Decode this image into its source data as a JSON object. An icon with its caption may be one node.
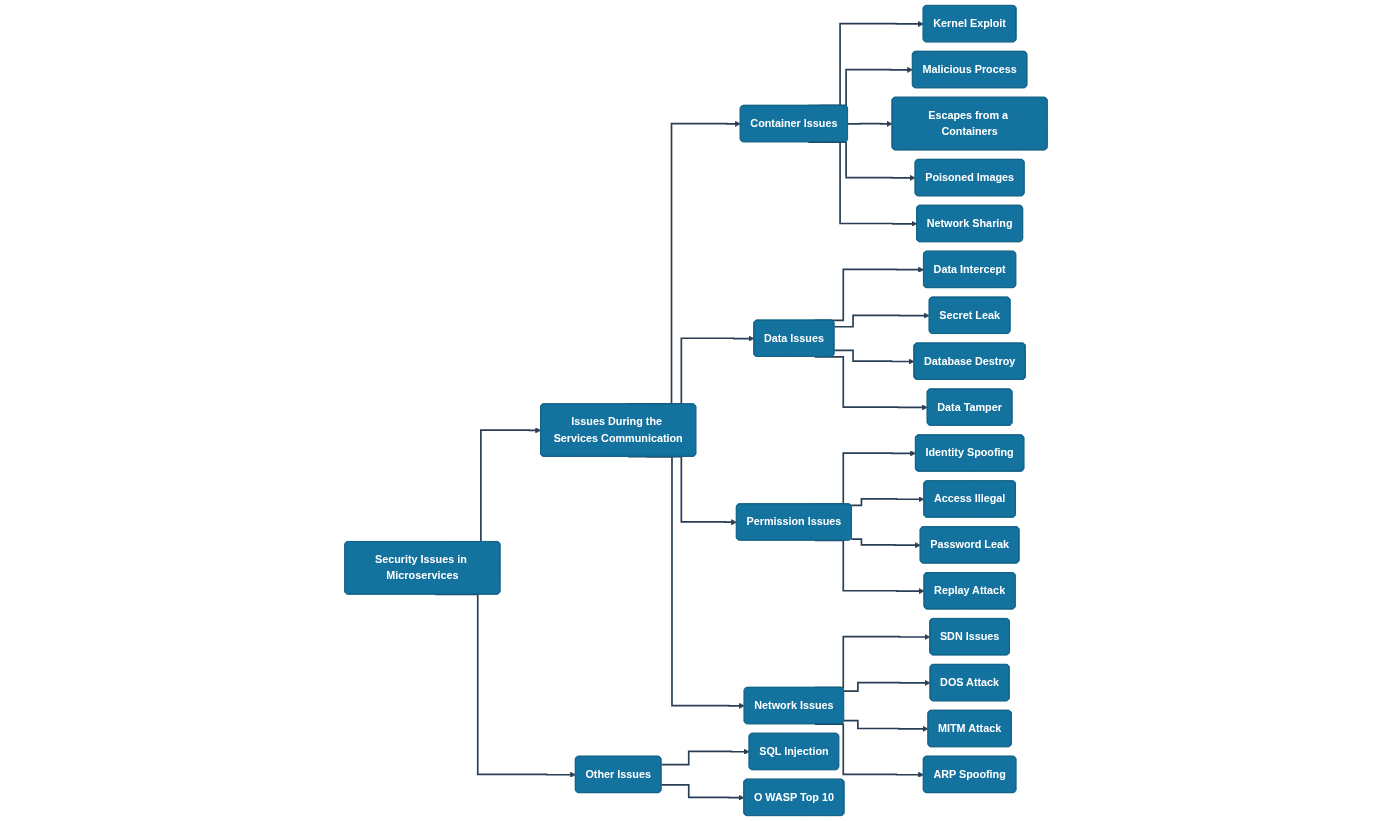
{
  "diagram": {
    "nodes": [
      {
        "text": [
          "Security Issues in Microservices"
        ]
      },
      {
        "text": [
          "Issues During the Services Communication"
        ]
      },
      {
        "text": [
          "Other Issues"
        ]
      },
      {
        "text": [
          "Container Issues"
        ]
      },
      {
        "text": [
          "Kernel Exploit"
        ]
      },
      {
        "text": [
          "Malicious Process"
        ]
      },
      {
        "text": [
          "Escapes from a Containers"
        ]
      },
      {
        "text": [
          "Poisoned Images"
        ]
      },
      {
        "text": [
          "Network Sharing"
        ]
      },
      {
        "text": [
          "Data Issues"
        ]
      },
      {
        "text": [
          "Data Intercept"
        ]
      },
      {
        "text": [
          "Secret Leak"
        ]
      },
      {
        "text": [
          "Database Destroy"
        ]
      },
      {
        "text": [
          "Data Tamper"
        ]
      },
      {
        "text": [
          "Permission Issues"
        ]
      },
      {
        "text": [
          "Identity Spoofing"
        ]
      },
      {
        "text": [
          "Access Illegal"
        ]
      },
      {
        "text": [
          "Password Leak"
        ]
      },
      {
        "text": [
          "Replay Attack"
        ]
      },
      {
        "text": [
          "Network Issues"
        ]
      },
      {
        "text": [
          "SDN Issues"
        ]
      },
      {
        "text": [
          "DOS Attack"
        ]
      },
      {
        "text": [
          "MITM Attack"
        ]
      },
      {
        "text": [
          "ARP Spoofing"
        ]
      },
      {
        "text": [
          "SQL Injection"
        ]
      },
      {
        "text": [
          "O WASP Top 10"
        ]
      }
    ],
    "edges": [
      {
        "from": 0,
        "to": 1,
        "arrow": "to"
      },
      {
        "from": 0,
        "to": 2,
        "arrow": "to"
      },
      {
        "from": 1,
        "to": 3,
        "arrow": "to"
      },
      {
        "from": 1,
        "to": 9,
        "arrow": "to"
      },
      {
        "from": 1,
        "to": 14,
        "arrow": "to"
      },
      {
        "from": 1,
        "to": 19,
        "arrow": "to"
      },
      {
        "from": 3,
        "to": 4,
        "arrow": "to"
      },
      {
        "from": 3,
        "to": 5,
        "arrow": "to"
      },
      {
        "from": 3,
        "to": 6,
        "arrow": "to"
      },
      {
        "from": 3,
        "to": 7,
        "arrow": "to"
      },
      {
        "from": 3,
        "to": 8,
        "arrow": "to"
      },
      {
        "from": 9,
        "to": 10,
        "arrow": "to"
      },
      {
        "from": 9,
        "to": 11,
        "arrow": "to"
      },
      {
        "from": 9,
        "to": 12,
        "arrow": "to"
      },
      {
        "from": 9,
        "to": 13,
        "arrow": "to"
      },
      {
        "from": 14,
        "to": 15,
        "arrow": "to"
      },
      {
        "from": 14,
        "to": 16,
        "arrow": "to"
      },
      {
        "from": 14,
        "to": 17,
        "arrow": "to"
      },
      {
        "from": 14,
        "to": 18,
        "arrow": "to"
      },
      {
        "from": 19,
        "to": 20,
        "arrow": "to"
      },
      {
        "from": 19,
        "to": 21,
        "arrow": "to"
      },
      {
        "from": 19,
        "to": 22,
        "arrow": "to"
      },
      {
        "from": 19,
        "to": 23,
        "arrow": "to"
      },
      {
        "from": 2,
        "to": 24,
        "arrow": "to"
      },
      {
        "from": 2,
        "to": 25,
        "arrow": "to"
      }
    ]
  }
}
